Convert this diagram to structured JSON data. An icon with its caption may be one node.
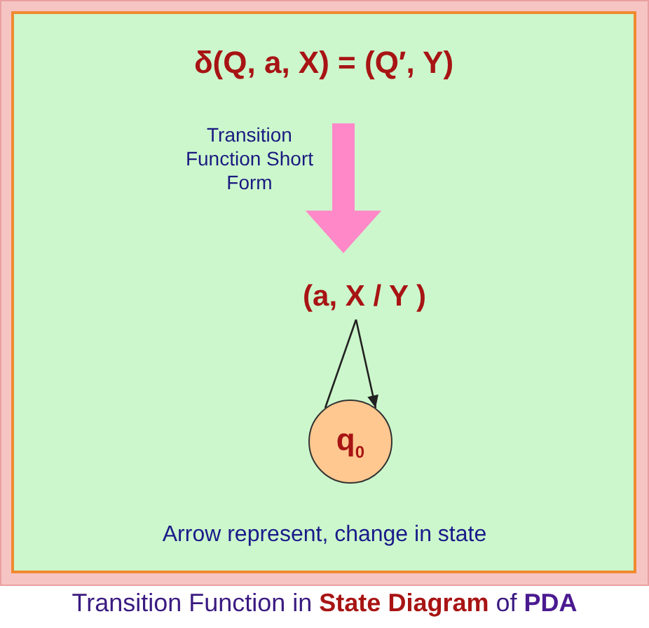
{
  "diagram": {
    "caption": "Transition Function in **State Diagram** of **PDA**",
    "nodes": [
      {
        "text": [
          "δ(Q, a, X) = (Q′, Y)"
        ]
      },
      {
        "text": [
          "(a, X /  Y )"
        ]
      },
      {
        "text": [
          "q$_{0}$"
        ]
      }
    ],
    "edges": [
      {
        "from": 0,
        "to": 1,
        "arrow": "to",
        "label": "Transition Function Short Form",
        "style": "thick",
        "color": "#ff88c8"
      },
      {
        "from": 2,
        "to": 1,
        "arrow": "none"
      },
      {
        "from": 1,
        "to": 2,
        "arrow": "to"
      }
    ],
    "labels": [
      "Arrow represent, change in state"
    ]
  }
}
